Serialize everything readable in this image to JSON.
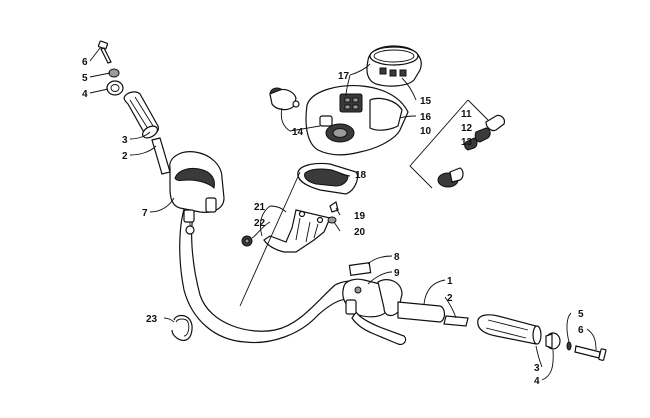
{
  "diagram": {
    "labels": {
      "l6a": "6",
      "l5a": "5",
      "l4a": "4",
      "l3a": "3",
      "l2a": "2",
      "l7": "7",
      "l17": "17",
      "l15": "15",
      "l16": "16",
      "l10": "10",
      "l14": "14",
      "l11": "11",
      "l12": "12",
      "l13": "13",
      "l18": "18",
      "l21": "21",
      "l22": "22",
      "l19": "19",
      "l20": "20",
      "l8": "8",
      "l9": "9",
      "l1": "1",
      "l2b": "2",
      "l23": "23",
      "l5b": "5",
      "l6b": "6",
      "l3b": "3",
      "l4b": "4"
    }
  }
}
